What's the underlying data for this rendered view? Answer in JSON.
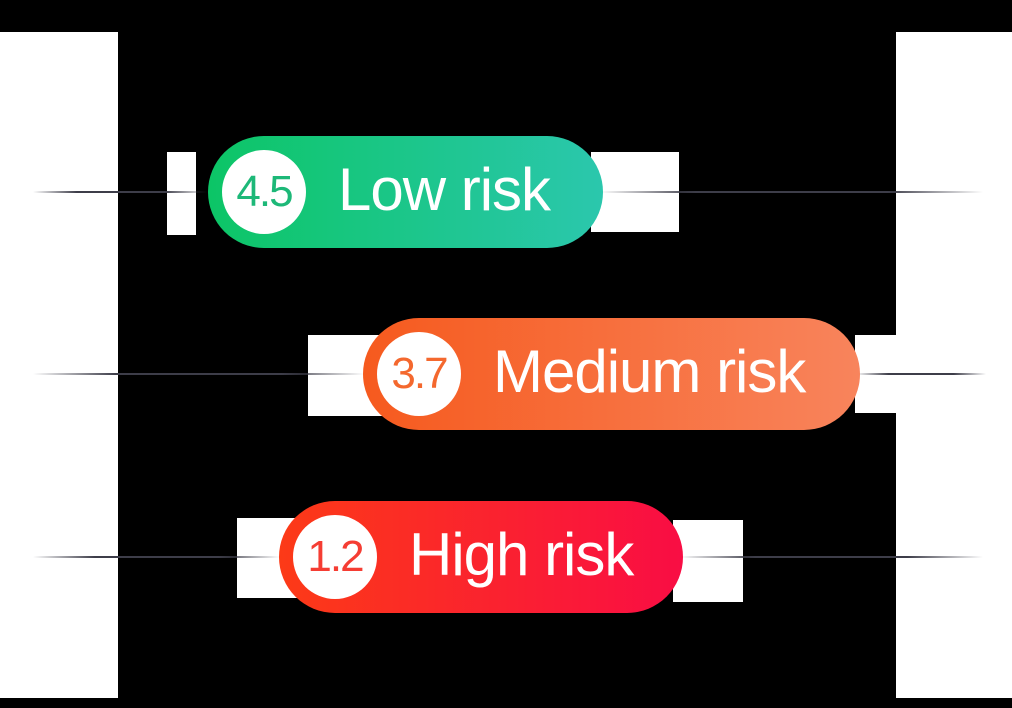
{
  "palette": {
    "background": "#000000",
    "panel": "#ffffff",
    "leader_line": "#3d3d49",
    "pill_text": "#ffffff",
    "circle_fill": "#ffffff"
  },
  "badges": [
    {
      "id": "low-risk",
      "score": "4.5",
      "label": "Low risk",
      "colors": {
        "start": "#0cc566",
        "end": "#2bc7ad",
        "score_text": "#1db878"
      }
    },
    {
      "id": "medium-risk",
      "score": "3.7",
      "label": "Medium risk",
      "colors": {
        "start": "#f65a1e",
        "end": "#f8845c",
        "score_text": "#f4682e"
      }
    },
    {
      "id": "high-risk",
      "score": "1.2",
      "label": "High risk",
      "colors": {
        "start": "#fc3a17",
        "end": "#f90d44",
        "score_text": "#f53d33"
      }
    }
  ]
}
